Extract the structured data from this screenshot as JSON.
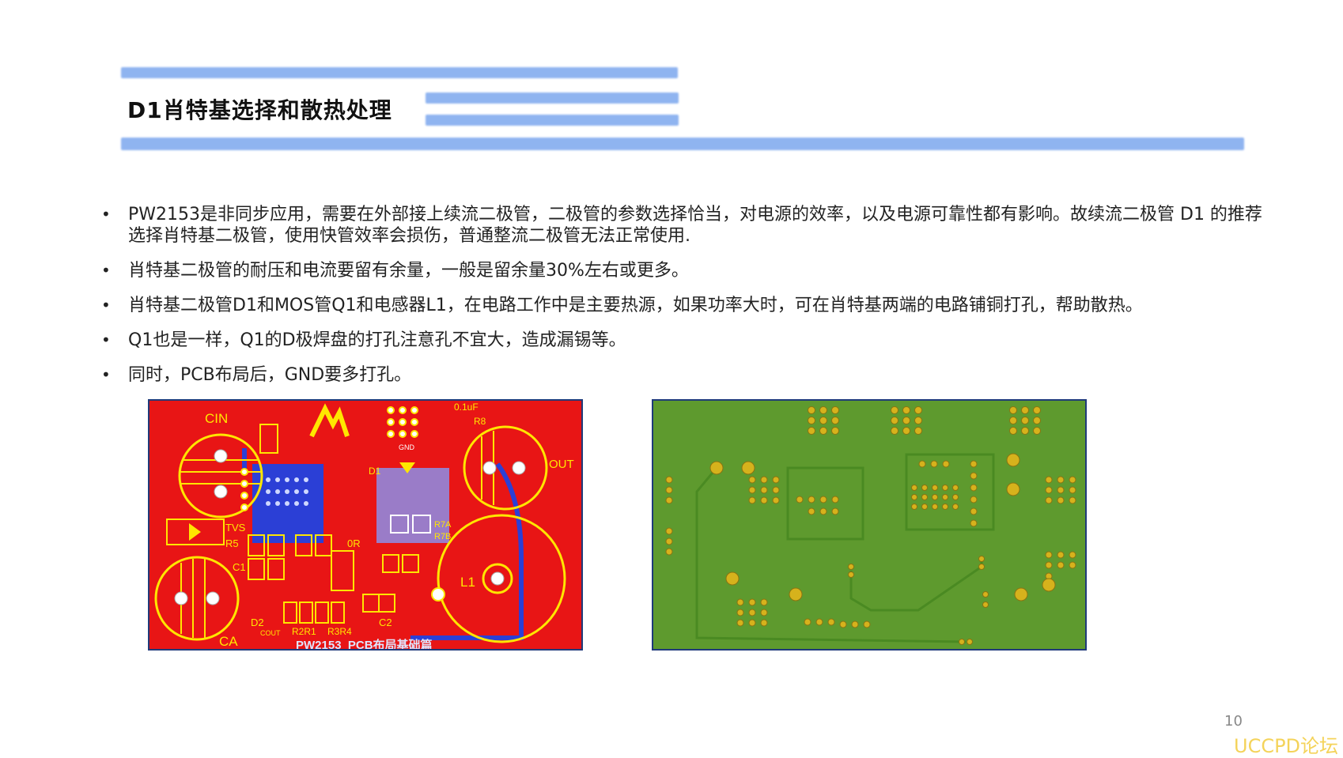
{
  "slide": {
    "title": "D1肖特基选择和散热处理",
    "page_number": "10",
    "watermark": "UCCPD论坛",
    "bullets": [
      "PW2153是非同步应用，需要在外部接上续流二极管，二极管的参数选择恰当，对电源的效率，以及电源可靠性都有影响。故续流二极管 D1 的推荐选择肖特基二极管，使用快管效率会损伤，普通整流二极管无法正常使用.",
      "肖特基二极管的耐压和电流要留有余量，一般是留余量30%左右或更多。",
      "肖特基二极管D1和MOS管Q1和电感器L1，在电路工作中是主要热源，如果功率大时，可在肖特基两端的电路铺铜打孔，帮助散热。",
      "Q1也是一样，Q1的D极焊盘的打孔注意孔不宜大，造成漏锡等。",
      "同时，PCB布局后，GND要多打孔。"
    ]
  },
  "pcb_top": {
    "labels": {
      "cin": "CIN",
      "ca": "CA",
      "cap_value": "0.1uF",
      "r8": "R8",
      "d1": "D1",
      "l1": "L1",
      "tvs": "TVS",
      "r5": "R5",
      "c1": "C1",
      "or": "0R",
      "c2": "C2",
      "d2": "D2",
      "cout": "COUT",
      "r2r1": "R2R1",
      "r3r4": "R3R4",
      "r7a": "R7A",
      "r7b": "R7B",
      "gnd": "GND",
      "out": "OUT",
      "board_name": "PW2153_PCB布局基础篇"
    },
    "colors": {
      "board": "#e81515",
      "silk": "#ffe600",
      "copper_blue": "#2b3fd6"
    }
  },
  "pcb_bottom": {
    "colors": {
      "board": "#5e9a2e",
      "pad": "#d6b21c",
      "trace": "#4a8a22"
    }
  }
}
